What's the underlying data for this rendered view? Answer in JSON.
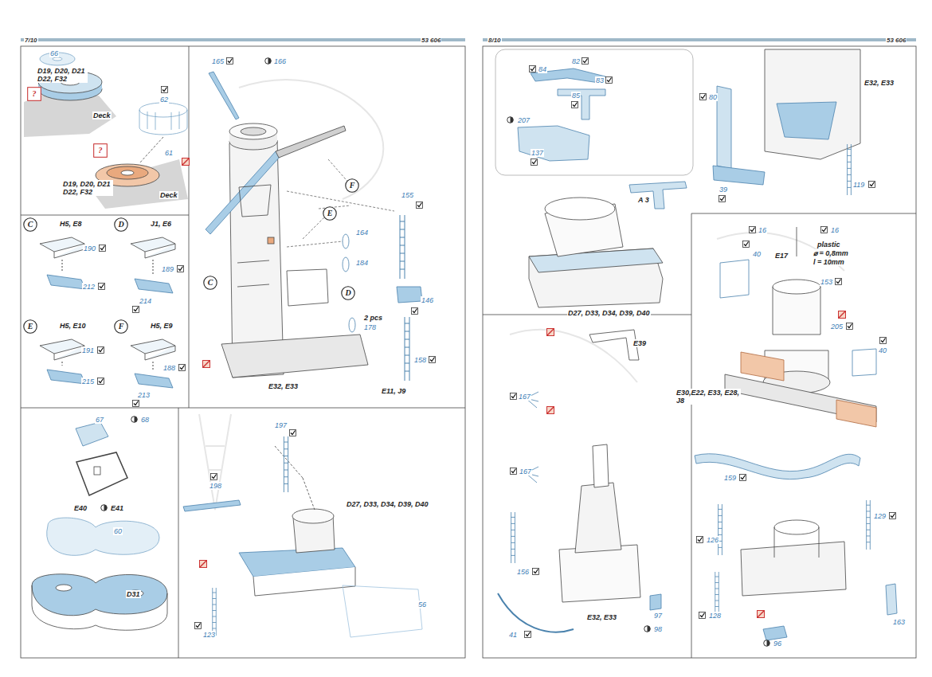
{
  "diagram": {
    "nodes": [
      {
        "text": [
          "?"
        ]
      },
      {
        "text": [
          "?"
        ]
      },
      {
        "text": [
          "C"
        ]
      },
      {
        "text": [
          "D"
        ]
      },
      {
        "text": [
          "E"
        ]
      },
      {
        "text": [
          "F"
        ]
      },
      {
        "text": [
          "F"
        ]
      },
      {
        "text": [
          "E"
        ]
      },
      {
        "text": [
          "D"
        ]
      },
      {
        "text": [
          "C"
        ]
      }
    ],
    "edges": [],
    "labels": [
      "7/10",
      "53 606",
      "8/10",
      "53 606",
      "66",
      "D19, D20, D21 D22, F32",
      "Deck",
      "62",
      "61",
      "D19, D20, D21 D22, F32",
      "Deck",
      "H5, E8",
      "J1, E6",
      "190",
      "212",
      "189",
      "214",
      "H5, E10",
      "H5, E9",
      "191",
      "215",
      "188",
      "213",
      "165",
      "166",
      "164",
      "184",
      "2 pcs",
      "178",
      "155",
      "146",
      "158",
      "E32, E33",
      "E11, J9",
      "67",
      "68",
      "E40",
      "E41",
      "60",
      "D31",
      "197",
      "198",
      "D27, D33, D34, D39, D40",
      "123",
      "56",
      "82",
      "84",
      "83",
      "85",
      "207",
      "137",
      "A 3",
      "80",
      "E32, E33",
      "39",
      "119",
      "D27, D33, D34, D39, D40",
      "16",
      "16",
      "E17",
      "plastic",
      "⌀ = 0,8mm",
      "l = 10mm",
      "40",
      "153",
      "205",
      "40",
      "E30,E22, E33, E28, J8",
      "159",
      "129",
      "126",
      "128",
      "163",
      "96",
      "E39",
      "167",
      "167",
      "156",
      "41",
      "E32, E33",
      "97",
      "98"
    ]
  }
}
